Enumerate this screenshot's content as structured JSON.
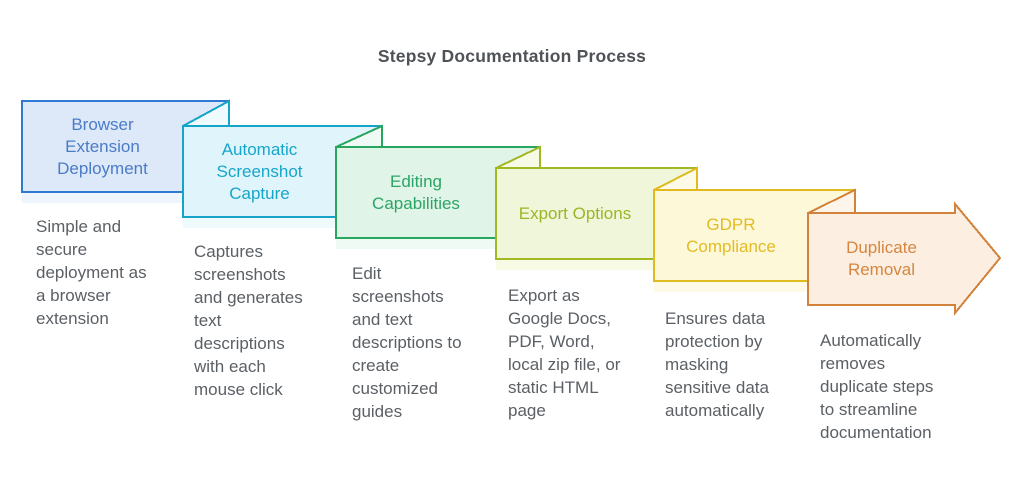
{
  "title": "Stepsy Documentation Process",
  "colors": {
    "title_text": "#4f5357",
    "description_text": "#5b6065",
    "background": "#ffffff"
  },
  "steps": [
    {
      "label": "Browser\nExtension\nDeployment",
      "description": "Simple and\nsecure\ndeployment as\na browser\nextension",
      "fill": "#dde8f8",
      "stroke": "#2e79d2",
      "label_color": "#4a7cc6",
      "tint": "#eef5fc"
    },
    {
      "label": "Automatic\nScreenshot\nCapture",
      "description": "Captures\nscreenshots\nand generates\ntext\ndescriptions\nwith each\nmouse click",
      "fill": "#dff4fb",
      "stroke": "#15a3c8",
      "label_color": "#16a6ca",
      "tint": "#effafd"
    },
    {
      "label": "Editing\nCapabilities",
      "description": "Edit\nscreenshots\nand text\ndescriptions to\ncreate\ncustomized\nguides",
      "fill": "#e0f4e8",
      "stroke": "#28a55f",
      "label_color": "#2ba565",
      "tint": "#f0faf4"
    },
    {
      "label": "Export Options",
      "description": "Export as\nGoogle Docs,\nPDF, Word,\nlocal zip file, or\nstatic HTML\npage",
      "fill": "#eff6d9",
      "stroke": "#a2b822",
      "label_color": "#9cb527",
      "tint": "#f7fbe6"
    },
    {
      "label": "GDPR\nCompliance",
      "description": "Ensures data\nprotection by\nmasking\nsensitive data\nautomatically",
      "fill": "#fdf8d7",
      "stroke": "#e1ba20",
      "label_color": "#e2bb25",
      "tint": "#fdfbe8"
    },
    {
      "label": "Duplicate\nRemoval",
      "description": "Automatically\nremoves\nduplicate steps\nto streamline\ndocumentation",
      "fill": "#fcefe2",
      "stroke": "#d3823b",
      "label_color": "#d5863f",
      "tint": "#fdf4ea"
    }
  ]
}
